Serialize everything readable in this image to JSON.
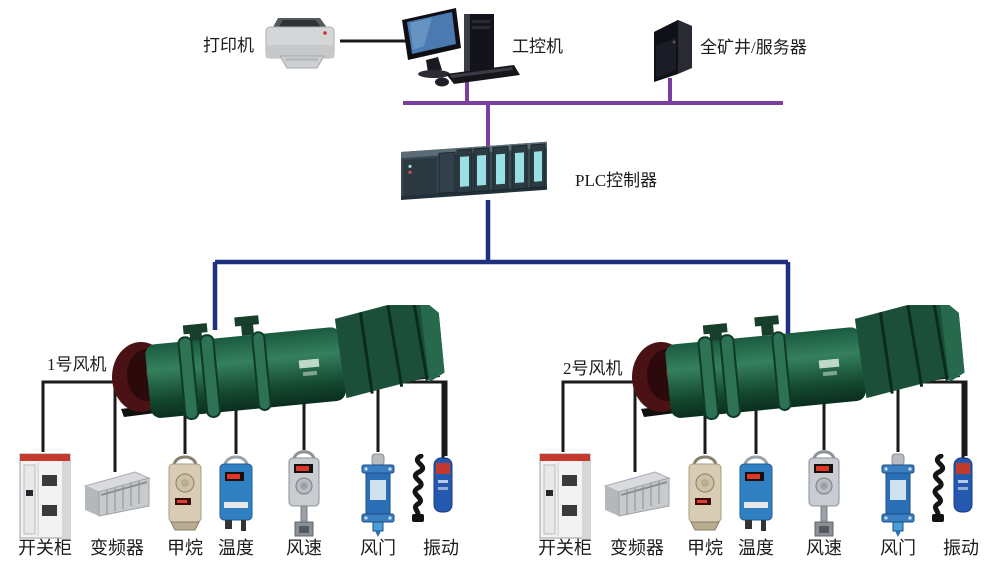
{
  "diagram": {
    "top_nodes": {
      "printer": "打印机",
      "workstation": "工控机",
      "server": "全矿井/服务器"
    },
    "plc": "PLC控制器",
    "fans": {
      "fan1": "1号风机",
      "fan2": "2号风机"
    },
    "sensor_labels": [
      "开关柜",
      "变频器",
      "甲烷",
      "温度",
      "风速",
      "风门",
      "振动"
    ],
    "colors": {
      "ethernet_bus": "#7a3ea0",
      "control_bus": "#203080",
      "signal_line": "#1a1a1a",
      "fan_body_green": "#2c7355",
      "fan_cone_red": "#4a1215",
      "plc_module_cyan": "#9adfe4",
      "label_text": "#1b1b1b"
    }
  }
}
